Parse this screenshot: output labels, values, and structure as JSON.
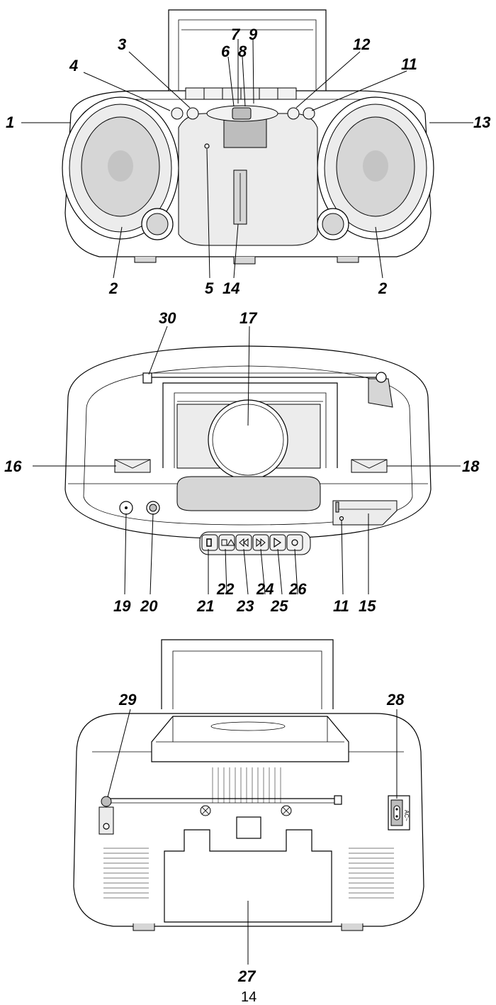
{
  "front_view": {
    "labels": {
      "l1": "1",
      "l2a": "2",
      "l2b": "2",
      "l3": "3",
      "l4": "4",
      "l5": "5",
      "l6": "6",
      "l7": "7",
      "l8": "8",
      "l9": "9",
      "l11": "11",
      "l12": "12",
      "l13": "13",
      "l14": "14"
    }
  },
  "top_view": {
    "labels": {
      "l30": "30",
      "l17": "17",
      "l16": "16",
      "l18": "18",
      "l19": "19",
      "l20": "20",
      "l21": "21",
      "l22": "22",
      "l23": "23",
      "l24": "24",
      "l25": "25",
      "l26": "26",
      "l11": "11",
      "l15": "15"
    }
  },
  "rear_view": {
    "labels": {
      "l29": "29",
      "l28": "28",
      "l27": "27"
    },
    "ac_mark": "AC~"
  },
  "page_number": "14"
}
